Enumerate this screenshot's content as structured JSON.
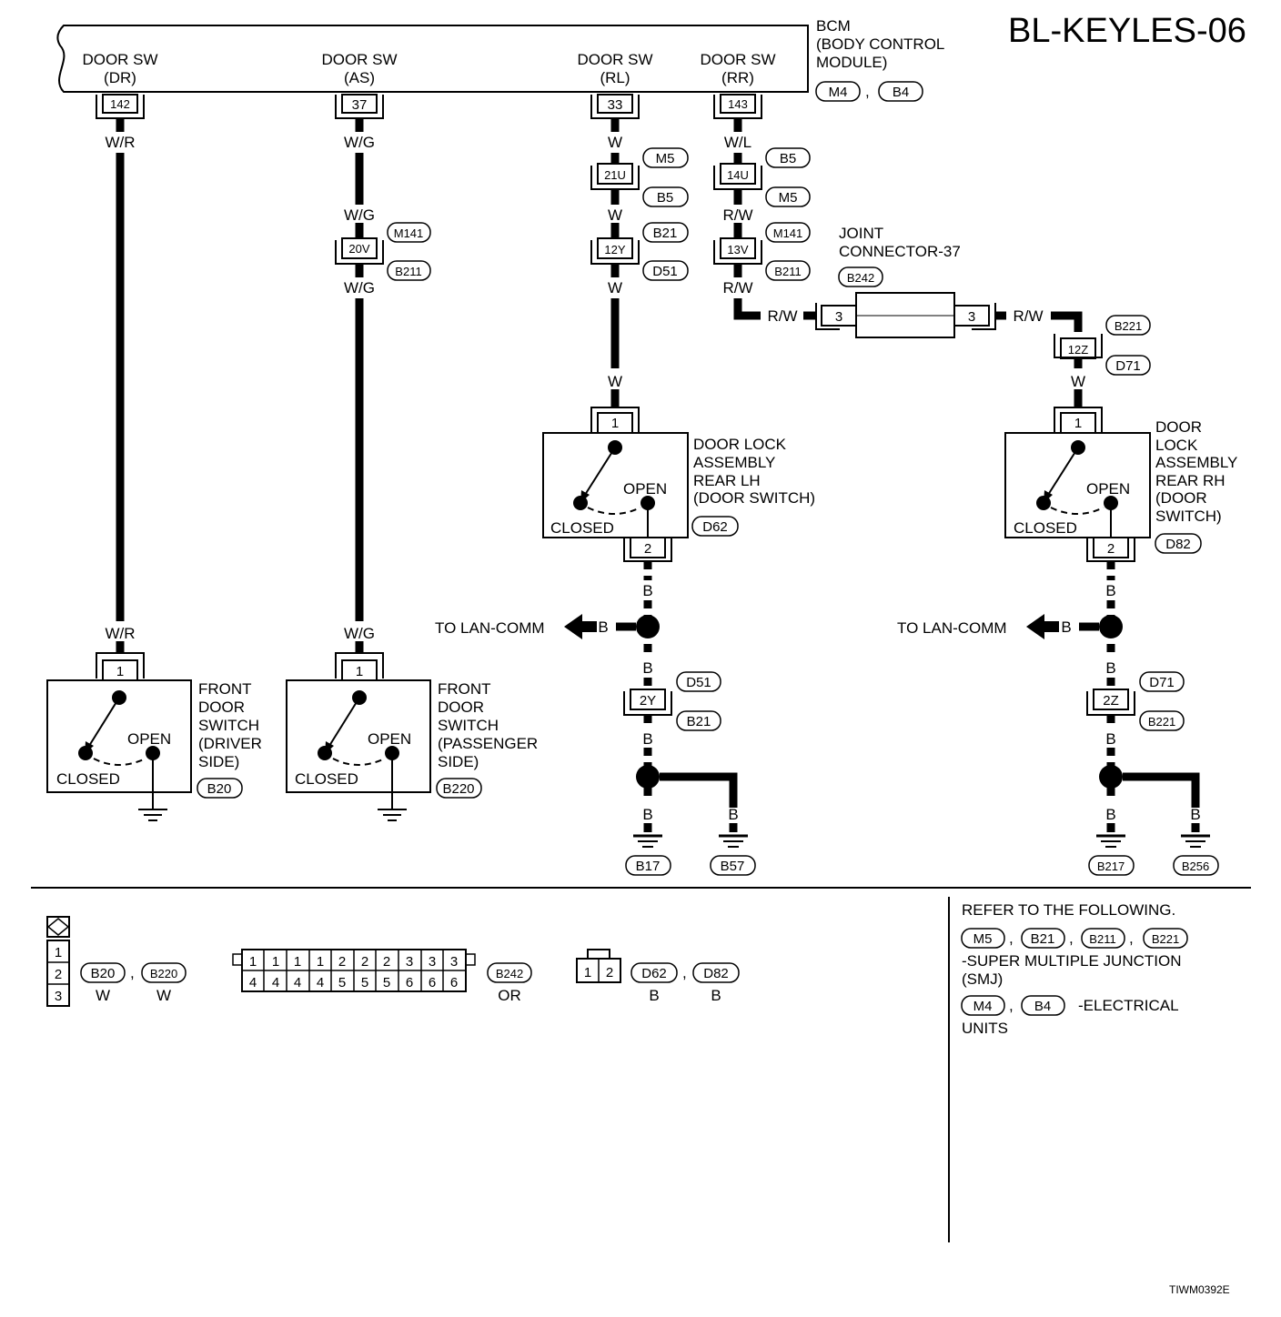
{
  "title": "BL-KEYLES-06",
  "footer_code": "TIWM0392E",
  "bcm": {
    "label_lines": [
      "BCM",
      "(BODY CONTROL",
      " MODULE)"
    ],
    "connectors": [
      "M4",
      "B4"
    ],
    "ports": [
      {
        "name_lines": [
          "DOOR SW",
          "(DR)"
        ],
        "pin": "142"
      },
      {
        "name_lines": [
          "DOOR SW",
          "(AS)"
        ],
        "pin": "37"
      },
      {
        "name_lines": [
          "DOOR SW",
          "(RL)"
        ],
        "pin": "33"
      },
      {
        "name_lines": [
          "DOOR SW",
          "(RR)"
        ],
        "pin": "143"
      }
    ]
  },
  "wires": {
    "dr": {
      "top": "W/R",
      "bottom": "W/R"
    },
    "as": {
      "top": "W/G",
      "mid_top": "W/G",
      "mid_bottom": "W/G",
      "bottom": "W/G",
      "inline_pin": "20V",
      "inline_tags": [
        "M141",
        "B211"
      ]
    },
    "rl": {
      "w1": "W",
      "w2": "W",
      "w3": "W",
      "w4": "W",
      "pin1": "21U",
      "pin1_tags": [
        "M5",
        "B5"
      ],
      "pin2": "12Y",
      "pin2_tags": [
        "B21",
        "D51"
      ]
    },
    "rr": {
      "w1": "W/L",
      "w2": "R/W",
      "w3": "R/W",
      "w4": "R/W",
      "w5": "R/W",
      "pin1": "14U",
      "pin1_tags": [
        "B5",
        "M5"
      ],
      "pin2": "13V",
      "pin2_tags": [
        "M141",
        "B211"
      ],
      "pin3": "12Z",
      "pin3_tags": [
        "B221",
        "D71"
      ],
      "w6": "W"
    }
  },
  "joint": {
    "label_lines": [
      "JOINT",
      "CONNECTOR-37"
    ],
    "tag": "B242",
    "pin_left": "3",
    "pin_right": "3"
  },
  "devices": {
    "front_dr": {
      "label_lines": [
        "FRONT",
        "DOOR",
        "SWITCH",
        "(DRIVER",
        " SIDE)"
      ],
      "tag": "B20",
      "pin": "1",
      "open": "OPEN",
      "closed": "CLOSED"
    },
    "front_as": {
      "label_lines": [
        "FRONT",
        "DOOR",
        "SWITCH",
        "(PASSENGER",
        " SIDE)"
      ],
      "tag": "B220",
      "pin": "1",
      "open": "OPEN",
      "closed": "CLOSED"
    },
    "rear_lh": {
      "label_lines": [
        "DOOR LOCK",
        "ASSEMBLY",
        "REAR LH",
        "(DOOR SWITCH)"
      ],
      "tag": "D62",
      "pin_top": "1",
      "pin_bottom": "2",
      "open": "OPEN",
      "closed": "CLOSED"
    },
    "rear_rh": {
      "label_lines": [
        "DOOR",
        "LOCK",
        "ASSEMBLY",
        "REAR RH",
        "(DOOR",
        " SWITCH)"
      ],
      "tag": "D82",
      "pin_top": "1",
      "pin_bottom": "2",
      "open": "OPEN",
      "closed": "CLOSED"
    }
  },
  "ground_lh": {
    "wire": "B",
    "lan": "TO LAN-COMM",
    "pin": "2Y",
    "pin_tags": [
      "D51",
      "B21"
    ],
    "grounds": [
      "B17",
      "B57"
    ]
  },
  "ground_rh": {
    "wire": "B",
    "lan": "TO LAN-COMM",
    "pin": "2Z",
    "pin_tags": [
      "D71",
      "B221"
    ],
    "grounds": [
      "B217",
      "B256"
    ]
  },
  "legend": {
    "col_pins": [
      "1",
      "2",
      "3"
    ],
    "col_conns": [
      {
        "tag": "B20",
        "color": "W"
      },
      {
        "tag": "B220",
        "color": "W"
      }
    ],
    "joint_top": [
      "1",
      "1",
      "1",
      "1",
      "2",
      "2",
      "2",
      "3",
      "3",
      "3"
    ],
    "joint_bottom": [
      "4",
      "4",
      "4",
      "4",
      "5",
      "5",
      "5",
      "6",
      "6",
      "6"
    ],
    "joint_conn": {
      "tag": "B242",
      "color": "OR"
    },
    "two_pins": [
      "1",
      "2"
    ],
    "two_conns": [
      {
        "tag": "D62",
        "color": "B"
      },
      {
        "tag": "D82",
        "color": "B"
      }
    ]
  },
  "refer": {
    "heading": "REFER TO THE FOLLOWING.",
    "smj_tags": [
      "M5",
      "B21",
      "B211",
      "B221"
    ],
    "smj_text": [
      "-SUPER MULTIPLE JUNCTION",
      "(SMJ)"
    ],
    "eu_tags": [
      "M4",
      "B4"
    ],
    "eu_text": [
      "-ELECTRICAL",
      "UNITS"
    ]
  }
}
